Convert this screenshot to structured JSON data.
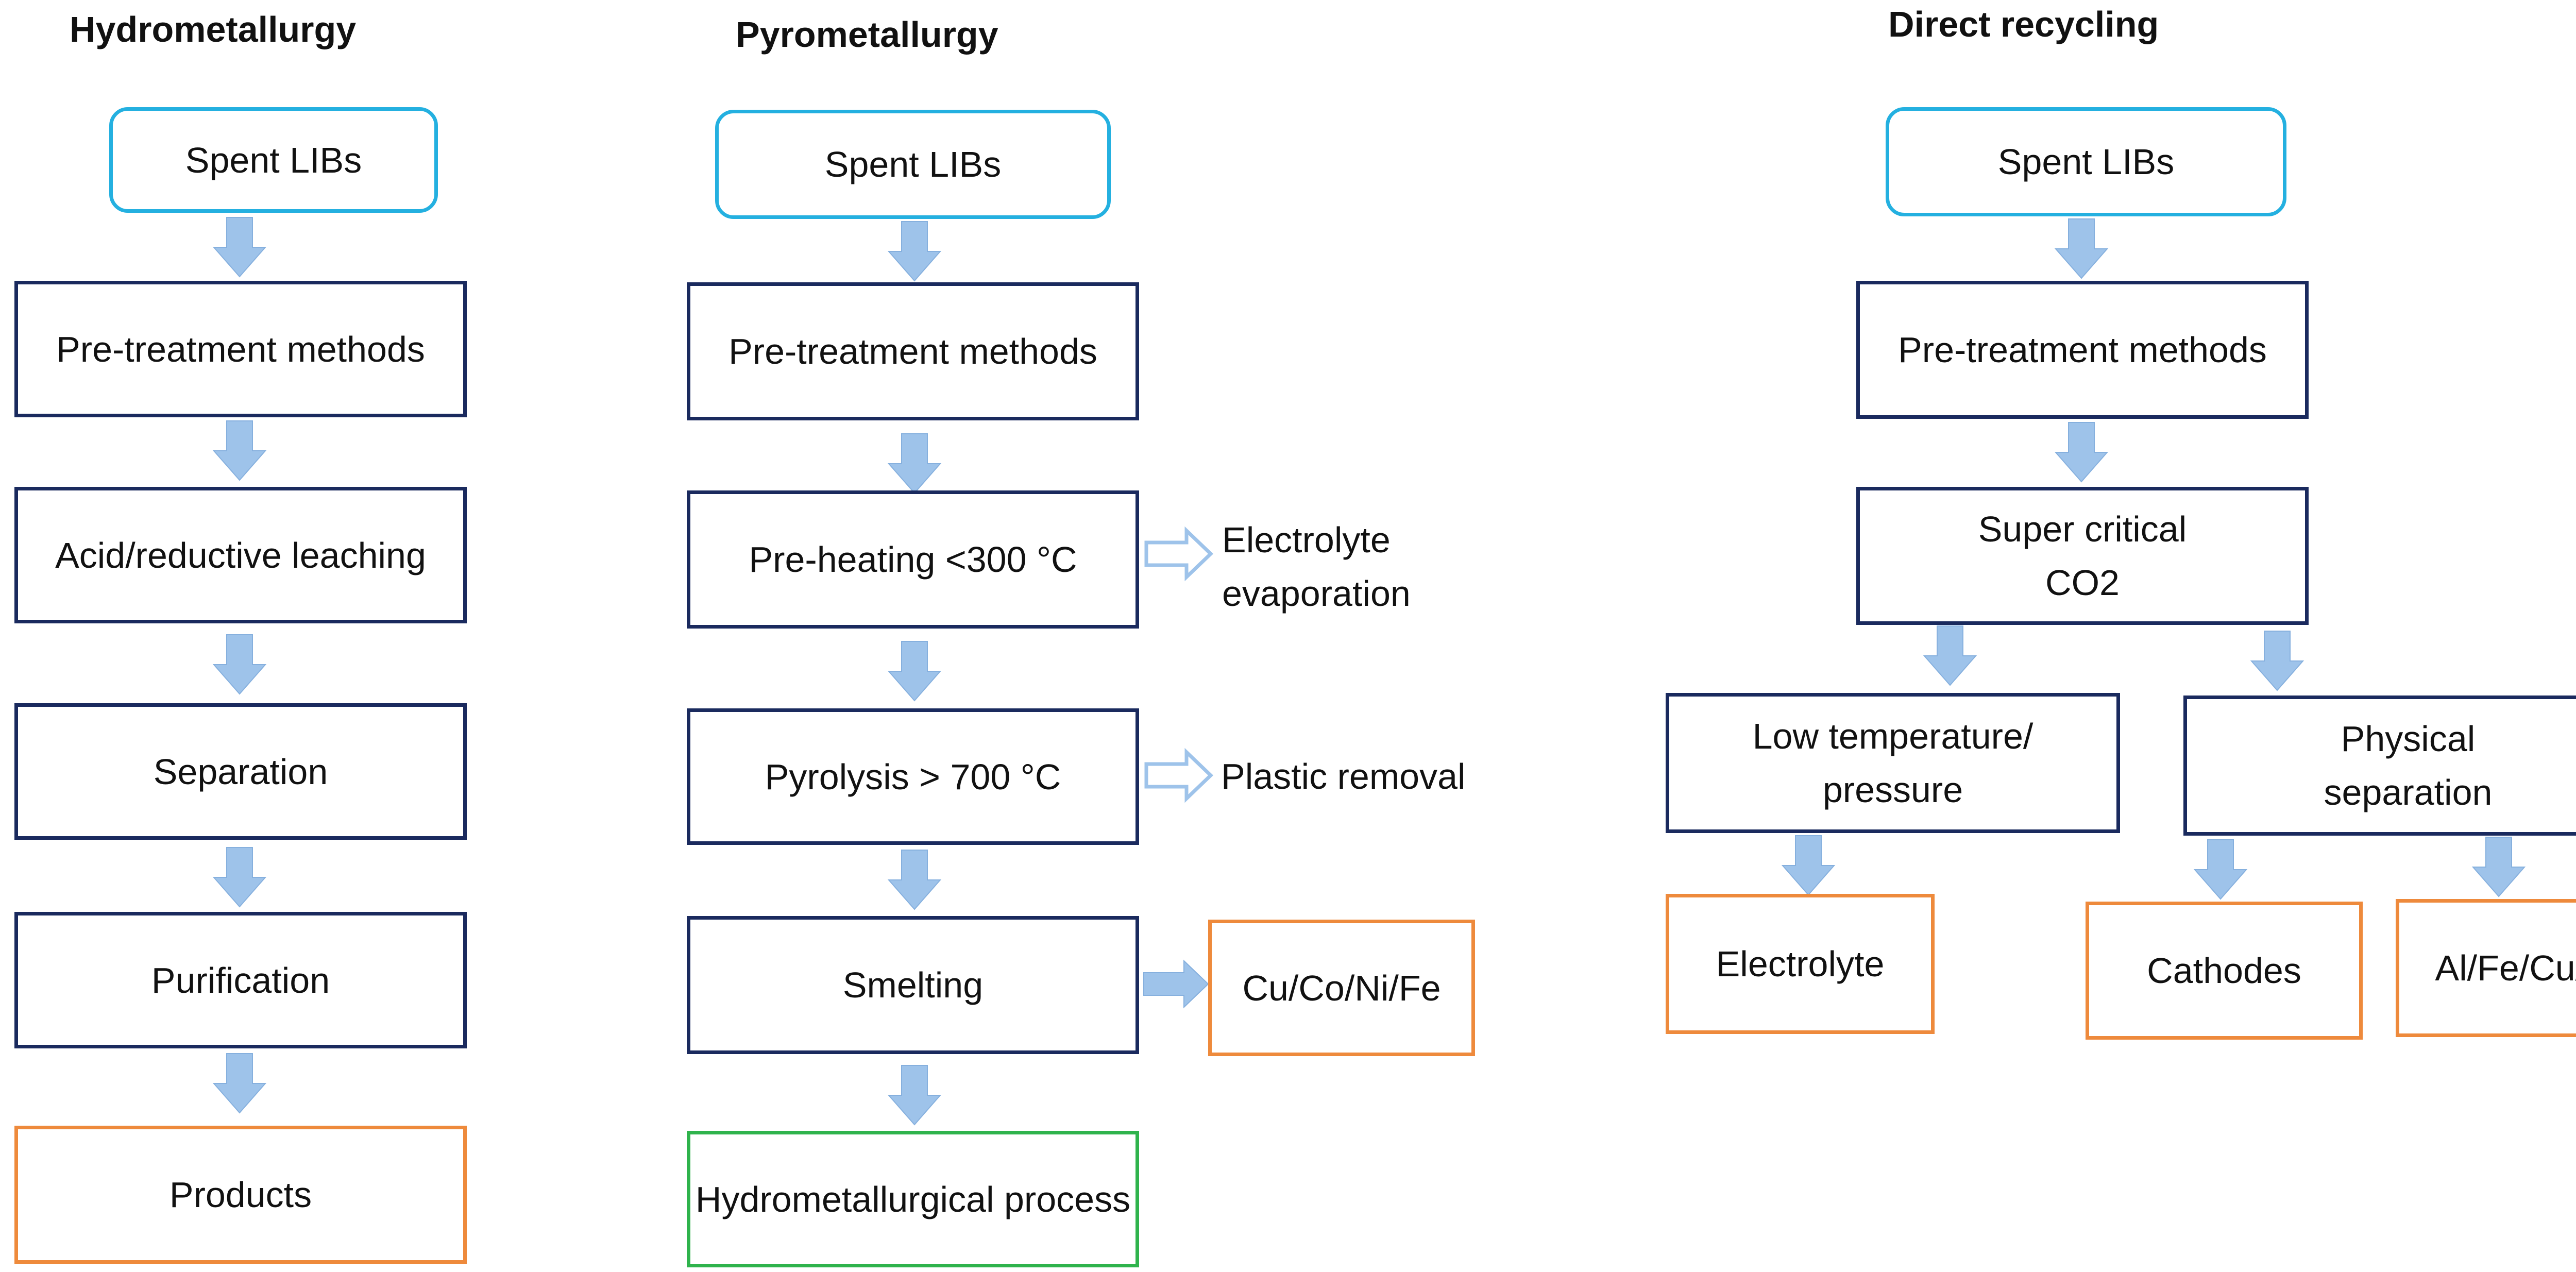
{
  "columns": {
    "hydro": {
      "title": "Hydrometallurgy",
      "steps": [
        "Spent LIBs",
        "Pre-treatment methods",
        "Acid/reductive leaching",
        "Separation",
        "Purification",
        "Products"
      ]
    },
    "pyro": {
      "title": "Pyrometallurgy",
      "steps": [
        "Spent LIBs",
        "Pre-treatment methods",
        "Pre-heating <300 °C",
        "Pyrolysis > 700 °C",
        "Smelting",
        "Hydrometallurgical process"
      ],
      "side_outputs": [
        "Electrolyte evaporation",
        "Plastic removal",
        "Cu/Co/Ni/Fe"
      ]
    },
    "direct": {
      "title": "Direct recycling",
      "steps": [
        "Spent LIBs",
        "Pre-treatment methods",
        "Super critical CO2"
      ],
      "branches": [
        "Low temperature/ pressure",
        "Physical separation"
      ],
      "outputs": [
        "Electrolyte",
        "Cathodes",
        "Al/Fe/Cu/etc"
      ]
    }
  },
  "colors": {
    "start_border": "#24b0e0",
    "process_border": "#1a2a5e",
    "output_border": "#ee8a3c",
    "final_border": "#2fb34c",
    "arrow_fill": "#9ec3ea"
  }
}
